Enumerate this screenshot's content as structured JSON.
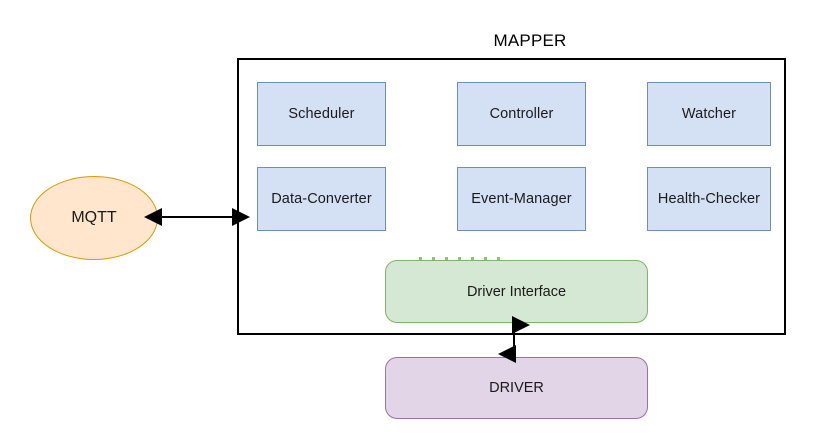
{
  "diagram": {
    "title": "MAPPER",
    "mapper": {
      "label": "MAPPER",
      "components": [
        {
          "name": "scheduler",
          "label": "Scheduler",
          "row": 1,
          "col": 1
        },
        {
          "name": "controller",
          "label": "Controller",
          "row": 1,
          "col": 2
        },
        {
          "name": "watcher",
          "label": "Watcher",
          "row": 1,
          "col": 3
        },
        {
          "name": "data-converter",
          "label": "Data-Converter",
          "row": 2,
          "col": 1
        },
        {
          "name": "event-manager",
          "label": "Event-Manager",
          "row": 2,
          "col": 2
        },
        {
          "name": "health-checker",
          "label": "Health-Checker",
          "row": 2,
          "col": 3
        }
      ],
      "driver_interface": {
        "label": "Driver Interface"
      }
    },
    "external_nodes": [
      {
        "name": "mqtt",
        "label": "MQTT"
      },
      {
        "name": "driver",
        "label": "DRIVER"
      }
    ],
    "connections": [
      {
        "name": "mqtt-to-mapper",
        "from": "MQTT",
        "to": "MAPPER",
        "direction": "bidirectional"
      },
      {
        "name": "driver-interface-to-driver",
        "from": "Driver Interface",
        "to": "DRIVER",
        "direction": "bidirectional"
      }
    ],
    "colors": {
      "component_fill": "#d4e1f5",
      "component_stroke": "#6c8ebf",
      "driver_interface_fill": "#d5e8d4",
      "driver_interface_stroke": "#82b366",
      "driver_fill": "#e1d5e7",
      "driver_stroke": "#9673a6",
      "mqtt_fill": "#ffe6cc",
      "mqtt_stroke": "#d79b00",
      "container_stroke": "#000000",
      "arrow": "#000000",
      "background": "#ffffff"
    }
  }
}
